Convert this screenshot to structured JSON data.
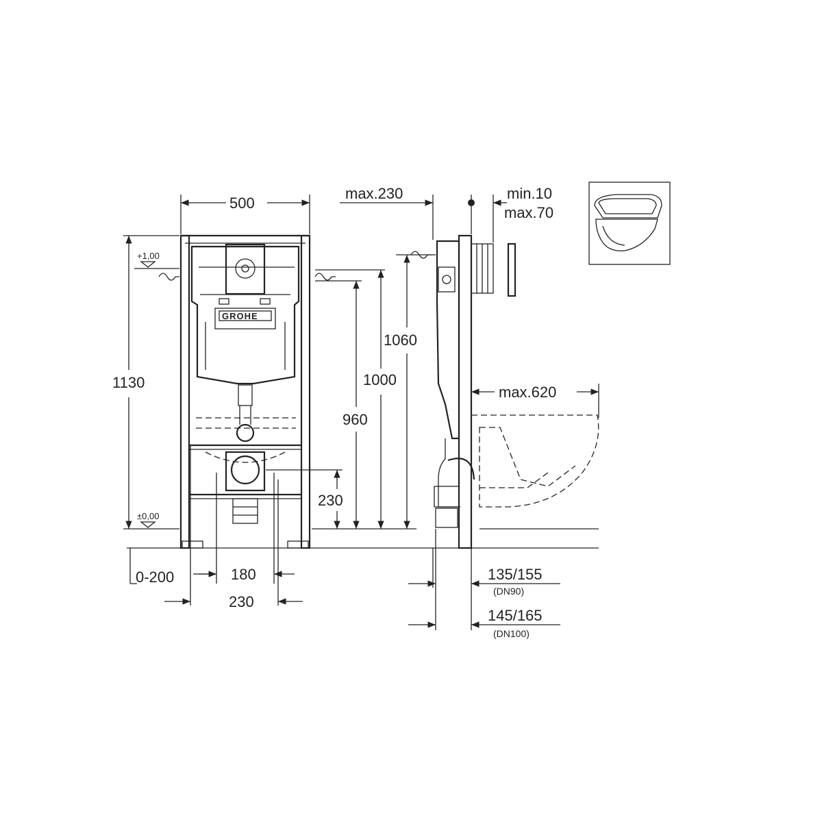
{
  "front_view": {
    "width_label": "500",
    "height_total_label": "1130",
    "level_top_label": "+1,00",
    "level_zero_label": "±0,00",
    "inlet_height_label": "1000",
    "tank_height_label": "960",
    "drain_height_label": "230",
    "adjust_label": "0-200",
    "bolt_spacing_label": "180",
    "drain_spacing_label": "230",
    "logo_text": "GROHE"
  },
  "side_view": {
    "max_depth_label": "max.230",
    "wall_min_label": "min.10",
    "wall_max_label": "max.70",
    "inlet_height_label": "1060",
    "bowl_projection_label": "max.620",
    "pipe_dn90_label": "135/155",
    "pipe_dn90_sub": "(DN90)",
    "pipe_dn100_label": "145/165",
    "pipe_dn100_sub": "(DN100)"
  },
  "thumbnail": {
    "icon": "wall-hung-toilet-icon"
  }
}
